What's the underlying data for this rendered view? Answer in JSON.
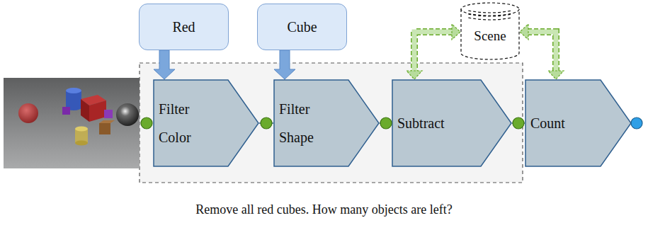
{
  "diagram": {
    "caption": "Remove all red cubes. How many objects are left?",
    "nodes": [
      {
        "text": [
          "Red"
        ]
      },
      {
        "text": [
          "Cube"
        ]
      },
      {
        "text": [
          "Scene"
        ]
      },
      {
        "text": [
          "Filter Color"
        ]
      },
      {
        "text": [
          "Filter Shape"
        ]
      },
      {
        "text": [
          "Subtract"
        ]
      },
      {
        "text": [
          "Count"
        ]
      }
    ],
    "edges": [
      {
        "from": 0,
        "to": 3,
        "arrow": "to"
      },
      {
        "from": 1,
        "to": 4,
        "arrow": "to"
      },
      {
        "from": 3,
        "to": 4,
        "arrow": "none"
      },
      {
        "from": 4,
        "to": 5,
        "arrow": "none"
      },
      {
        "from": 5,
        "to": 6,
        "arrow": "none"
      },
      {
        "from": 2,
        "to": 5,
        "arrow": "both"
      },
      {
        "from": 2,
        "to": 6,
        "arrow": "both"
      }
    ]
  }
}
